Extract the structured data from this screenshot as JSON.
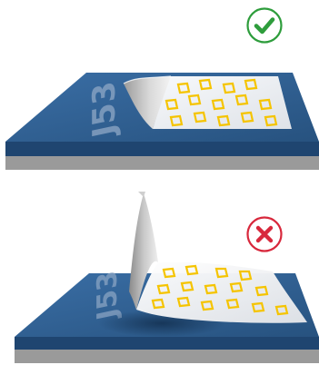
{
  "panels": [
    {
      "status": "correct",
      "status_icon": "check-icon",
      "status_color": "#2e9d3c",
      "plate_label": "J53"
    },
    {
      "status": "incorrect",
      "status_icon": "x-icon",
      "status_color": "#d8283c",
      "plate_label": "J53"
    }
  ],
  "colors": {
    "plate_top": "#2f5d8f",
    "plate_side": "#1f4570",
    "base": "#9a9a9a",
    "pad": "#f5c400",
    "film": "#f2f3f5"
  }
}
